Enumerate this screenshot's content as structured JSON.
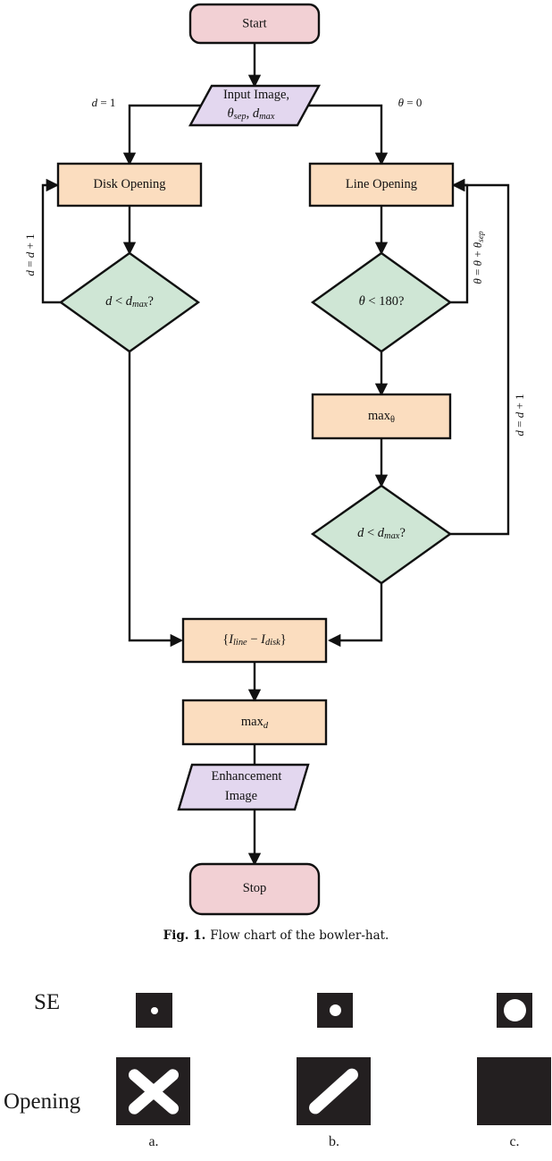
{
  "figure": {
    "caption_number": "Fig. 1.",
    "caption_text": "Flow chart of the bowler-hat."
  },
  "flowchart": {
    "nodes": {
      "start": {
        "label": "Start",
        "type": "terminal",
        "color": "#f2d0d4"
      },
      "input": {
        "label_line1": "Input Image,",
        "label_line2_theta": "θ",
        "label_line2_sub1": "sep",
        "label_line2_comma": ", ",
        "label_line2_d": "d",
        "label_line2_sub2": "max",
        "type": "io",
        "color": "#e3d7ef"
      },
      "disk_opening": {
        "label": "Disk Opening",
        "type": "process",
        "color": "#fbddbf"
      },
      "line_opening": {
        "label": "Line Opening",
        "type": "process",
        "color": "#fbddbf"
      },
      "decision_disk": {
        "label_lhs": "d",
        "label_op": " < ",
        "label_rhs": "d",
        "label_sub": "max",
        "label_q": "?",
        "type": "decision",
        "color": "#cfe6d5"
      },
      "decision_theta": {
        "label_lhs": "θ",
        "label_op": " < ",
        "label_rhs": "180",
        "label_q": "?",
        "type": "decision",
        "color": "#cfe6d5"
      },
      "max_theta": {
        "label_main": "max",
        "label_sub": "θ",
        "type": "process",
        "color": "#fbddbf"
      },
      "decision_d2": {
        "label_lhs": "d",
        "label_op": " < ",
        "label_rhs": "d",
        "label_sub": "max",
        "label_q": "?",
        "type": "decision",
        "color": "#cfe6d5"
      },
      "difference": {
        "label_open": "{",
        "label_i1": "I",
        "label_sub1": "line",
        "label_minus": " − ",
        "label_i2": "I",
        "label_sub2": "disk",
        "label_close": "}",
        "type": "process",
        "color": "#fbddbf"
      },
      "max_d": {
        "label_main": "max",
        "label_sub": "d",
        "type": "process",
        "color": "#fbddbf"
      },
      "enhancement": {
        "label_line1": "Enhancement",
        "label_line2": "Image",
        "type": "io",
        "color": "#e3d7ef"
      },
      "stop": {
        "label": "Stop",
        "type": "terminal",
        "color": "#f2d0d4"
      }
    },
    "edge_labels": {
      "d_init": {
        "lhs": "d",
        "eq": " = ",
        "rhs": "1"
      },
      "theta_init": {
        "lhs": "θ",
        "eq": " = ",
        "rhs": "0"
      },
      "d_increment_left": {
        "lhs": "d",
        "eq": " = ",
        "rhs": "d",
        "plus": " + 1"
      },
      "theta_increment": {
        "lhs": "θ",
        "eq": " = ",
        "rhs": "θ",
        "plus": " + ",
        "sub_sym": "θ",
        "sub_txt": "sep"
      },
      "d_increment_right": {
        "lhs": "d",
        "eq": " = ",
        "rhs": "d",
        "plus": " + 1"
      }
    }
  },
  "se_panel": {
    "row_labels": {
      "se": "SE",
      "opening": "Opening"
    },
    "columns": [
      {
        "letter": "a.",
        "se_shape": "small-disk",
        "opening_shape": "cross"
      },
      {
        "letter": "b.",
        "se_shape": "medium-disk",
        "opening_shape": "diagonal-line"
      },
      {
        "letter": "c.",
        "se_shape": "large-disk",
        "opening_shape": "empty"
      }
    ],
    "colors": {
      "background": "#231f20",
      "foreground": "#ffffff"
    }
  }
}
